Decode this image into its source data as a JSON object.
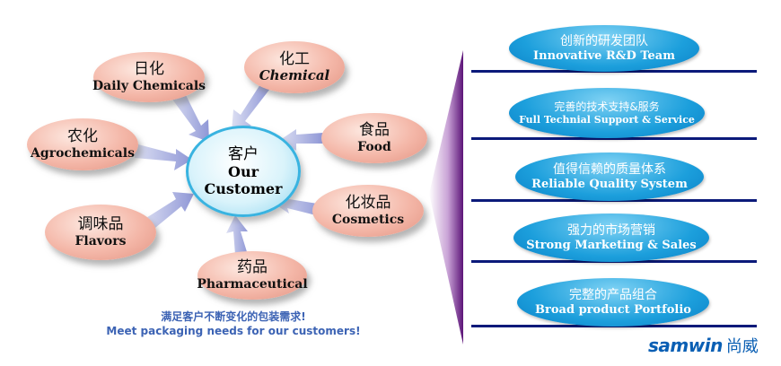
{
  "center": {
    "zh": "客户",
    "en_line1": "Our",
    "en_line2": "Customer"
  },
  "markets": [
    {
      "zh": "日化",
      "en": "Daily Chemicals"
    },
    {
      "zh": "化工",
      "en": "Chemical"
    },
    {
      "zh": "农化",
      "en": "Agrochemicals"
    },
    {
      "zh": "食品",
      "en": "Food"
    },
    {
      "zh": "化妆品",
      "en": "Cosmetics"
    },
    {
      "zh": "调味品",
      "en": "Flavors"
    },
    {
      "zh": "药品",
      "en": "Pharmaceutical"
    }
  ],
  "caption": {
    "zh": "满足客户不断变化的包装需求!",
    "en": "Meet packaging needs for our customers!"
  },
  "strengths": [
    {
      "zh": "创新的研发团队",
      "en": "Innovative R&D Team"
    },
    {
      "zh": "完善的技术支持&服务",
      "en": "Full Technial Support & Service"
    },
    {
      "zh": "值得信赖的质量体系",
      "en": "Reliable Quality System"
    },
    {
      "zh": "强力的市场营销",
      "en": "Strong Marketing & Sales"
    },
    {
      "zh": "完整的产品组合",
      "en": "Broad product Portfolio"
    }
  ],
  "logo": {
    "en": "samwin",
    "zh": "尚威"
  },
  "colors": {
    "petal": "#f4b7a8",
    "center_border": "#39b3e0",
    "pill": "#1c9fdc",
    "bar": "#0b1a7a",
    "wedge": "#6a1a86",
    "caption": "#3c63b4"
  }
}
